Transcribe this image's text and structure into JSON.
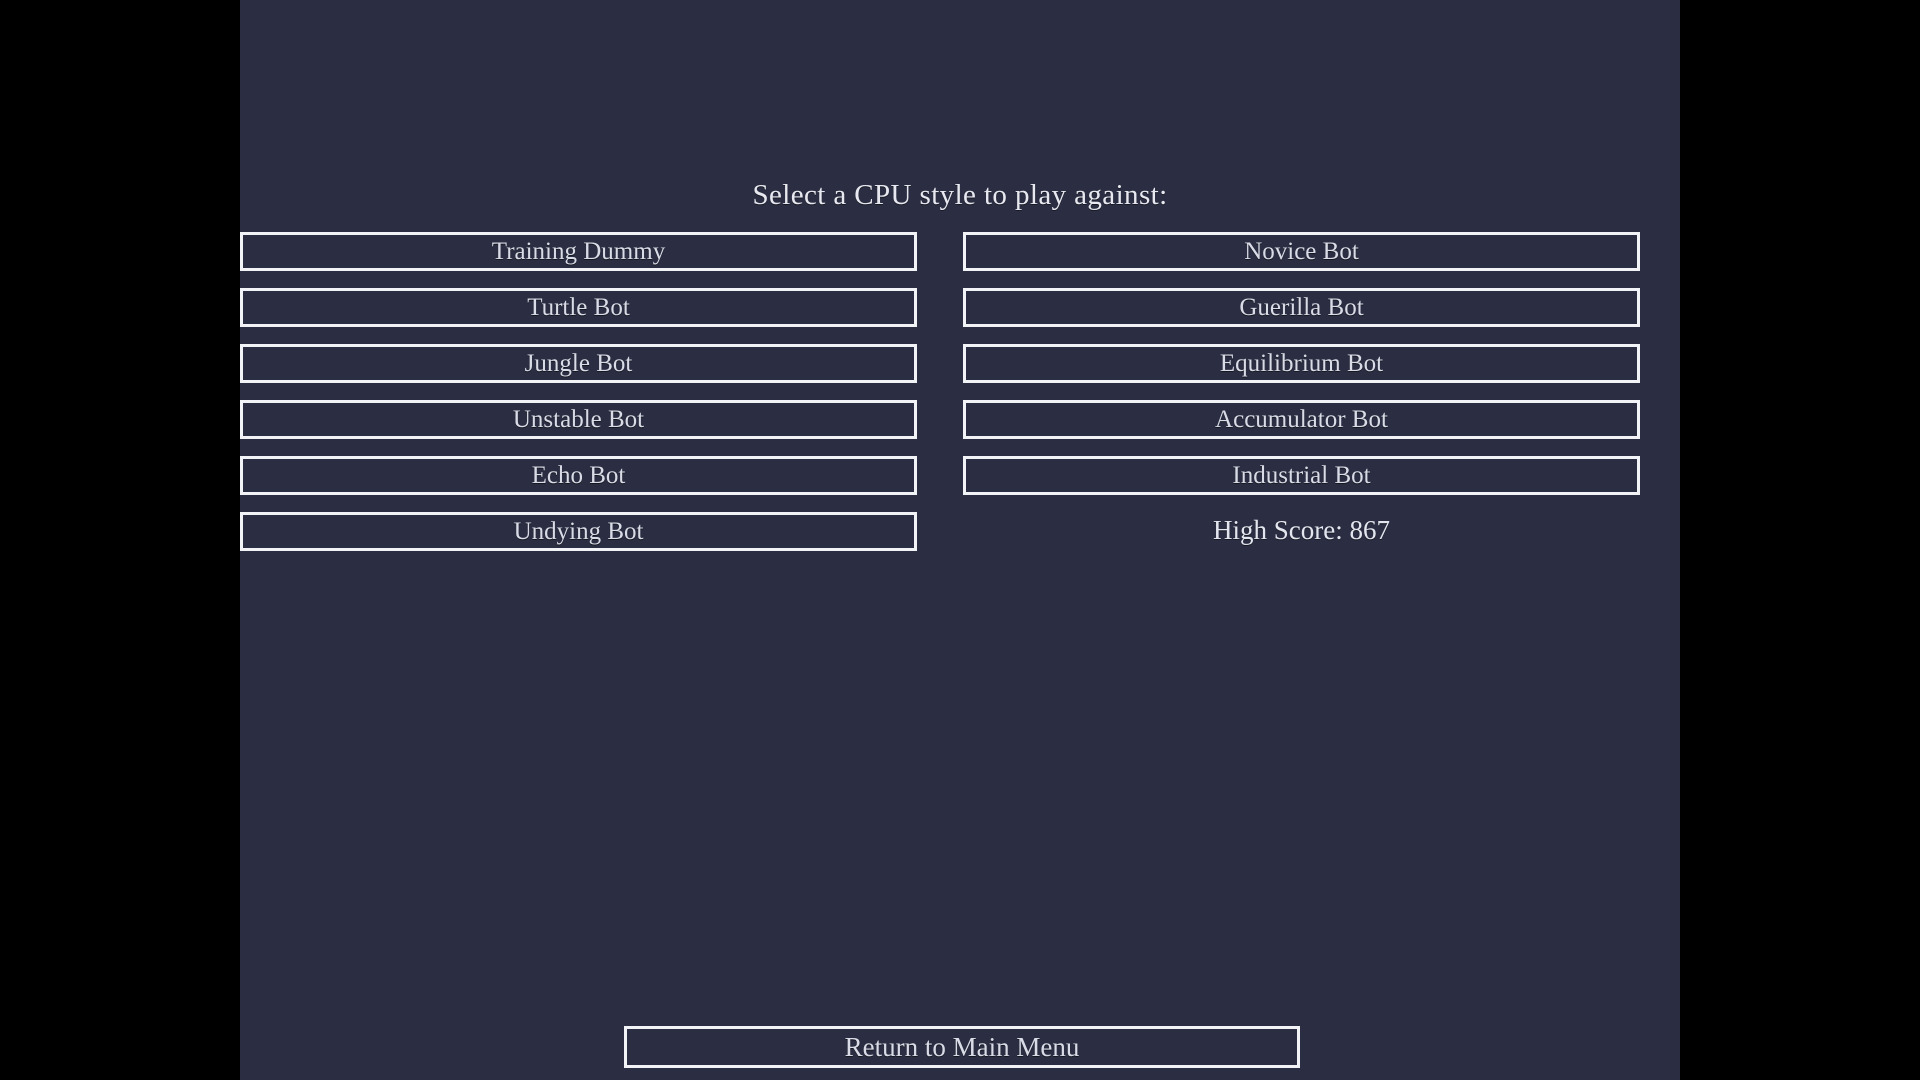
{
  "screen": {
    "letterbox_color": "#000000",
    "background_color": "#2b2e42",
    "border_color": "#f2f3f7",
    "text_color": "#d9dbe6"
  },
  "menu": {
    "title": "Select a CPU style to play against:",
    "left_column": [
      {
        "label": "Training Dummy"
      },
      {
        "label": "Turtle Bot"
      },
      {
        "label": "Jungle Bot"
      },
      {
        "label": "Unstable Bot"
      },
      {
        "label": "Echo Bot"
      },
      {
        "label": "Undying Bot"
      }
    ],
    "right_column": [
      {
        "label": "Novice Bot"
      },
      {
        "label": "Guerilla Bot"
      },
      {
        "label": "Equilibrium Bot"
      },
      {
        "label": "Accumulator Bot"
      },
      {
        "label": "Industrial Bot"
      }
    ],
    "high_score": "High Score: 867",
    "return_label": "Return to Main Menu"
  }
}
